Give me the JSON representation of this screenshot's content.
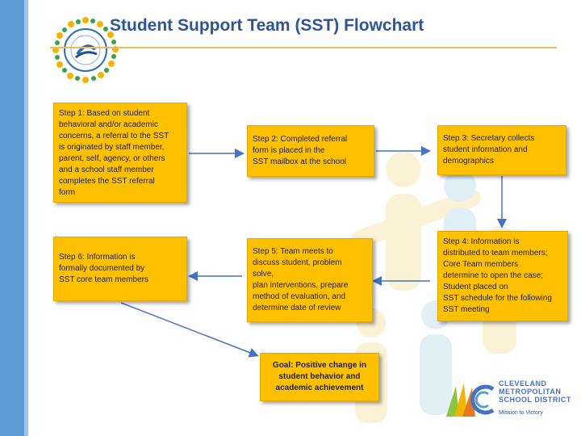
{
  "title": "Student Support Team (SST) Flowchart",
  "boxes": {
    "step1": "Step 1: Based on student\nbehavioral  and/or academic\nconcerns, a referral to the SST\nis originated by staff member,\nparent, self, agency, or others\nand a school staff member\ncompletes the SST referral\nform",
    "step2": "Step 2: Completed referral\nform is placed in the\nSST mailbox at the school",
    "step3": "Step 3: Secretary collects\nstudent information and\ndemographics",
    "step4": "Step 4: Information is\ndistributed to team members;\nCore Team members\ndetermine to open the case;\nStudent placed on\nSST schedule for the following\nSST meeting",
    "step5": "Step 5: Team meets to\ndiscuss student, problem\nsolve,\nplan interventions, prepare\nmethod of evaluation, and\ndetermine date of review",
    "step6": "Step 6: Information is\nformally documented by\nSST core team members",
    "goal": "Goal: Positive change in\nstudent behavior and\nacademic achievement"
  },
  "logo": {
    "line1": "CLEVELAND",
    "line2": "METROPOLITAN",
    "line3": "SCHOOL DISTRICT",
    "tagline": "Mission to Victory"
  },
  "colors": {
    "box": "#ffc000",
    "title": "#2f5597",
    "arrow": "#4472c4",
    "side_bar": "#5b9bd5"
  }
}
